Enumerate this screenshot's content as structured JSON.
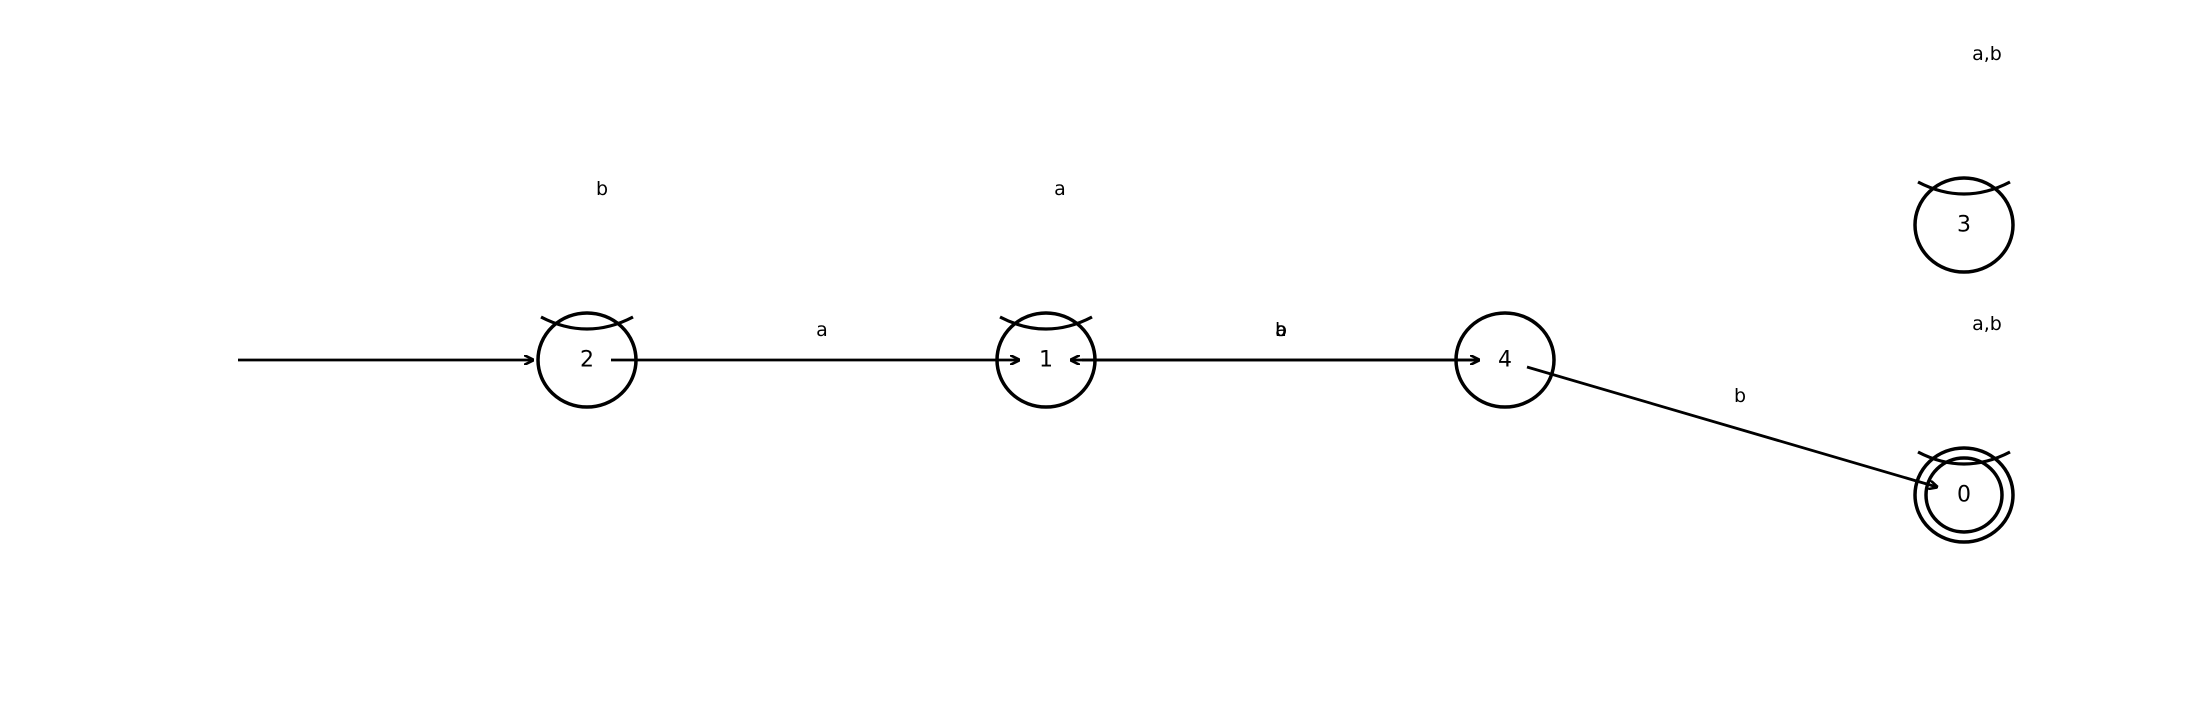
{
  "states": [
    {
      "id": "2",
      "label": "2"
    },
    {
      "id": "1",
      "label": "1"
    },
    {
      "id": "4",
      "label": "4"
    },
    {
      "id": "3",
      "label": "3"
    },
    {
      "id": "0",
      "label": "0",
      "accepting": true
    }
  ],
  "start_state": "2",
  "transitions": [
    {
      "from": "2",
      "to": "2",
      "label": "b"
    },
    {
      "from": "2",
      "to": "1",
      "label": "a"
    },
    {
      "from": "1",
      "to": "1",
      "label": "a"
    },
    {
      "from": "1",
      "to": "4",
      "label": "b"
    },
    {
      "from": "4",
      "to": "1",
      "label": "a"
    },
    {
      "from": "4",
      "to": "0",
      "label": "b"
    },
    {
      "from": "3",
      "to": "3",
      "label": "a,b"
    },
    {
      "from": "0",
      "to": "0",
      "label": "a,b"
    }
  ]
}
